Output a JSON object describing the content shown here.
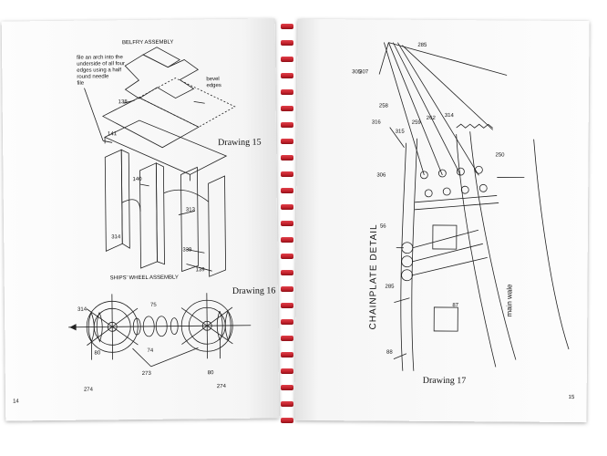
{
  "left_page": {
    "title_belfry": "BELFRY ASSEMBLY",
    "note": [
      "file an arch into the",
      "underside of all four",
      "edges using a half",
      "round needle",
      "file"
    ],
    "bevel": [
      "bevel",
      "edges"
    ],
    "belfry_labels": [
      "138",
      "141",
      "140",
      "313",
      "314",
      "339",
      "139"
    ],
    "drawing15": "Drawing 15",
    "title_wheel": "SHIPS' WHEEL ASSEMBLY",
    "drawing16": "Drawing 16",
    "wheel_labels": [
      "314",
      "75",
      "74",
      "80",
      "273",
      "80",
      "274",
      "274"
    ],
    "page_number": "14"
  },
  "right_page": {
    "top_labels": [
      "285",
      "305",
      "307",
      "258",
      "316",
      "315",
      "259",
      "262",
      "314",
      "306",
      "250",
      "56",
      "285",
      "87",
      "88"
    ],
    "chainplate_title": "CHAINPLATE DETAIL",
    "main_wale": "main wale",
    "drawing17": "Drawing 17",
    "page_number": "15"
  },
  "colors": {
    "spiral": "#c8202a",
    "paper": "#fbfbfb",
    "ink": "#111111"
  }
}
